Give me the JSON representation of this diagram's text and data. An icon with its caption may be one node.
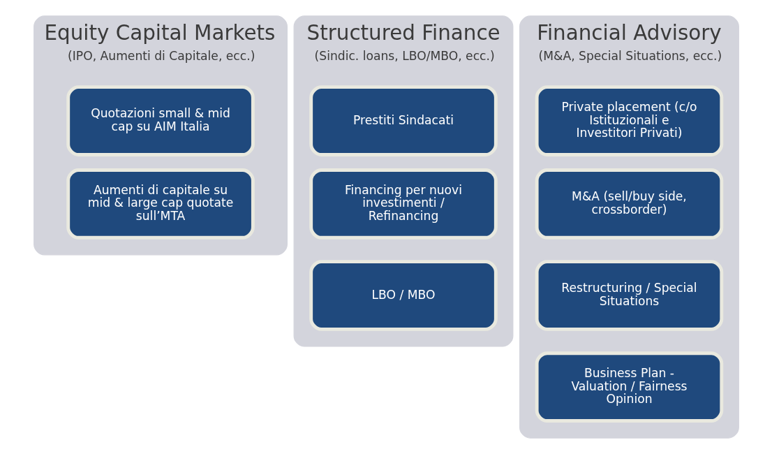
{
  "diagram": {
    "nodes": [
      {
        "text": [
          "Equity Capital Markets",
          "(IPO, Aumenti di Capitale, ecc.)"
        ]
      },
      {
        "text": [
          "Quotazioni small & mid cap su AIM Italia"
        ],
        "in": 0
      },
      {
        "text": [
          "Aumenti di capitale su mid & large cap quotate sull’MTA"
        ],
        "in": 0
      },
      {
        "text": [
          "Structured Finance",
          "(Sindic. loans, LBO/MBO, ecc.)"
        ]
      },
      {
        "text": [
          "Prestiti Sindacati"
        ],
        "in": 3
      },
      {
        "text": [
          "Financing per nuovi investimenti / Refinancing"
        ],
        "in": 3
      },
      {
        "text": [
          "LBO / MBO"
        ],
        "in": 3
      },
      {
        "text": [
          "Financial Advisory",
          "(M&A, Special Situations, ecc.)"
        ]
      },
      {
        "text": [
          "Private placement (c/o Istituzionali e Investitori Privati)"
        ],
        "in": 7
      },
      {
        "text": [
          "M&A (sell/buy side, crossborder)"
        ],
        "in": 7
      },
      {
        "text": [
          "Restructuring / Special Situations"
        ],
        "in": 7
      },
      {
        "text": [
          "Business Plan - Valuation / Fairness Opinion"
        ],
        "in": 7
      }
    ]
  }
}
